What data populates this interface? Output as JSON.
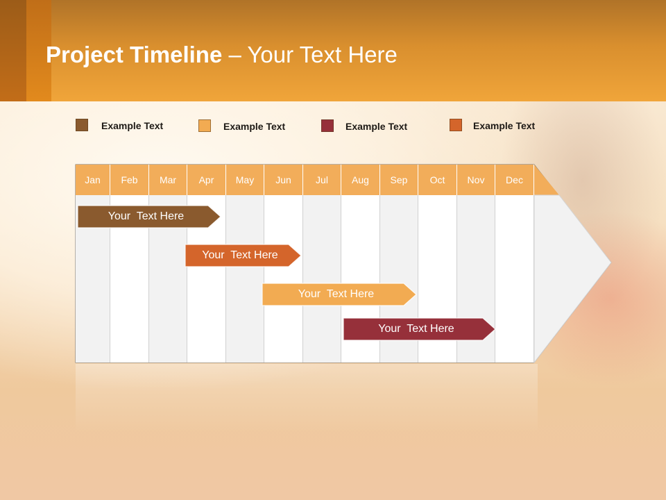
{
  "title": {
    "bold": "Project Timeline",
    "rest": " – Your Text Here"
  },
  "legend": [
    {
      "label": "Example Text",
      "color": "#8a5a2e"
    },
    {
      "label": "Example Text",
      "color": "#f2ab52"
    },
    {
      "label": "Example Text",
      "color": "#96303a"
    },
    {
      "label": "Example Text",
      "color": "#d4652b"
    }
  ],
  "months": [
    "Jan",
    "Feb",
    "Mar",
    "Apr",
    "May",
    "Jun",
    "Jul",
    "Aug",
    "Sep",
    "Oct",
    "Nov",
    "Dec"
  ],
  "colors": {
    "header_orange": "#f0a53a",
    "month_header": "#f2ad5a",
    "col_light": "#f2f2f2",
    "col_white": "#ffffff"
  },
  "tasks": [
    {
      "label": "Your  Text Here",
      "color": "#8a5a2e",
      "text_color": "#ffffff",
      "start_month": 1.05,
      "end_month": 4.85
    },
    {
      "label": "Your  Text Here",
      "color": "#d4652b",
      "text_color": "#ffffff",
      "start_month": 3.95,
      "end_month": 6.95
    },
    {
      "label": "Your  Text Here",
      "color": "#f2ab52",
      "text_color": "#ffffff",
      "start_month": 5.95,
      "end_month": 9.95
    },
    {
      "label": "Your  Text Here",
      "color": "#96303a",
      "text_color": "#ffffff",
      "start_month": 8.05,
      "end_month": 12.0
    }
  ]
}
